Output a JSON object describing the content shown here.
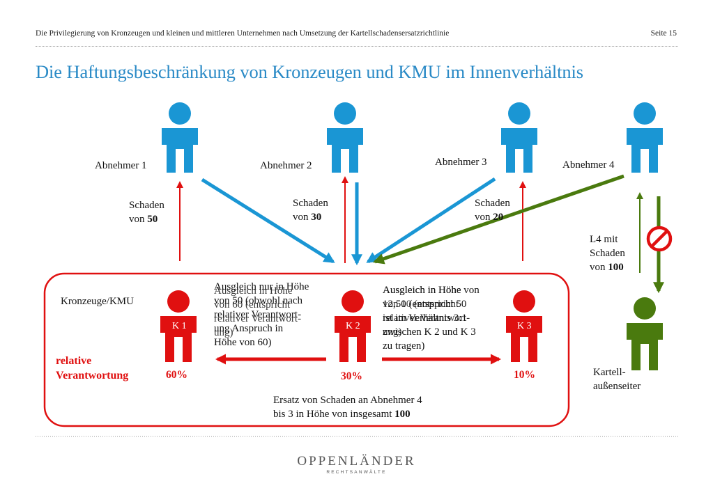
{
  "header": {
    "left_text": "Die Privilegierung von Kronzeugen und kleinen und mittleren Unternehmen nach Umsetzung der Kartellschadensersatzrichtlinie",
    "page_label": "Seite 15"
  },
  "title": "Die Haftungsbeschränkung von Kronzeugen und KMU im Innenverhältnis",
  "buyers": [
    {
      "label": "Abnehmer 1"
    },
    {
      "label": "Abnehmer 2"
    },
    {
      "label": "Abnehmer 3"
    },
    {
      "label": "Abnehmer 4"
    }
  ],
  "damages": [
    {
      "line1": "Schaden",
      "prefix": "von ",
      "amount": "50"
    },
    {
      "line1": "Schaden",
      "prefix": "von ",
      "amount": "30"
    },
    {
      "line1": "Schaden",
      "prefix": "von ",
      "amount": "20"
    }
  ],
  "l4": {
    "line1": "L4 mit",
    "line2": "Schaden",
    "prefix": "von ",
    "amount": "100"
  },
  "box": {
    "group_label": "Kronzeuge/KMU",
    "relative_label_1": "relative",
    "relative_label_2": "Verantwortung"
  },
  "cartel_members": [
    {
      "label": "K 1",
      "share": "60%"
    },
    {
      "label": "K 2",
      "share": "30%"
    },
    {
      "label": "K 3",
      "share": "10%"
    }
  ],
  "left_text_a": [
    "Ausgleich nur in Höhe",
    "von 50 (obwohl nach",
    "relativer Verantwort-",
    "ung Anspruch in",
    "Höhe von 60)"
  ],
  "left_text_b": [
    "Ausgleich in Höhe",
    "von 60 (entspricht",
    "relativer Verantwort-",
    "ung)"
  ],
  "right_text_a": [
    "Ausgleich in Höhe von",
    "12,50 (entspricht 50",
    "ist im Verhältnis 3:1",
    "zwischen K 2 und K 3",
    "zu tragen)"
  ],
  "right_text_b": [
    "Ausgleich in Höhe",
    "von 10 (entspricht",
    "relativer Verantwort-",
    "ung)"
  ],
  "compensation": {
    "line1": "Ersatz von Schaden an Abnehmer 4",
    "line2_prefix": "bis 3 in Höhe von insgesamt ",
    "line2_amount": "100"
  },
  "outsider": {
    "line1": "Kartell-",
    "line2": "außenseiter"
  },
  "logo": {
    "name": "OPPENLÄNDER",
    "subtitle": "RECHTSANWÄLTE"
  },
  "colors": {
    "blue": "#1a96d4",
    "red": "#e01010",
    "green": "#4a7a0e",
    "title_blue": "#2a8ac6"
  }
}
